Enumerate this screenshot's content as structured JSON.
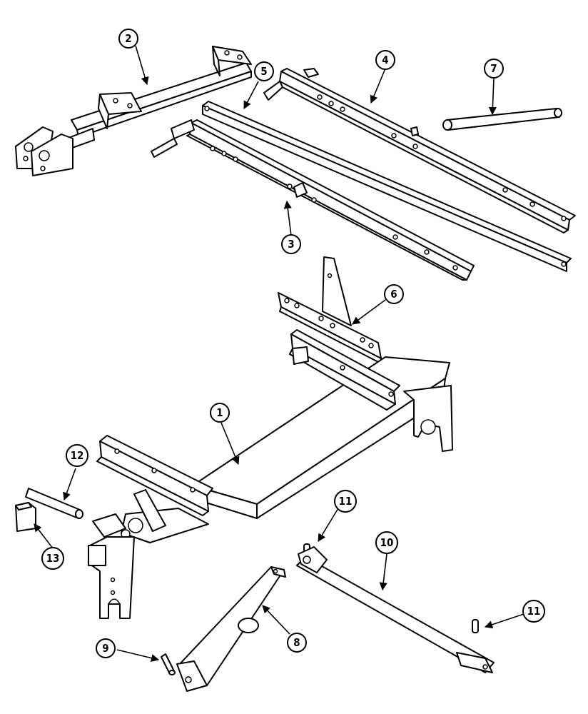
{
  "callouts": [
    {
      "id": "1",
      "label": "1"
    },
    {
      "id": "2",
      "label": "2"
    },
    {
      "id": "3",
      "label": "3"
    },
    {
      "id": "4",
      "label": "4"
    },
    {
      "id": "5",
      "label": "5"
    },
    {
      "id": "6",
      "label": "6"
    },
    {
      "id": "7",
      "label": "7"
    },
    {
      "id": "8",
      "label": "8"
    },
    {
      "id": "9",
      "label": "9"
    },
    {
      "id": "10",
      "label": "10"
    },
    {
      "id": "11a",
      "label": "11"
    },
    {
      "id": "11b",
      "label": "11"
    },
    {
      "id": "12",
      "label": "12"
    },
    {
      "id": "13",
      "label": "13"
    }
  ]
}
